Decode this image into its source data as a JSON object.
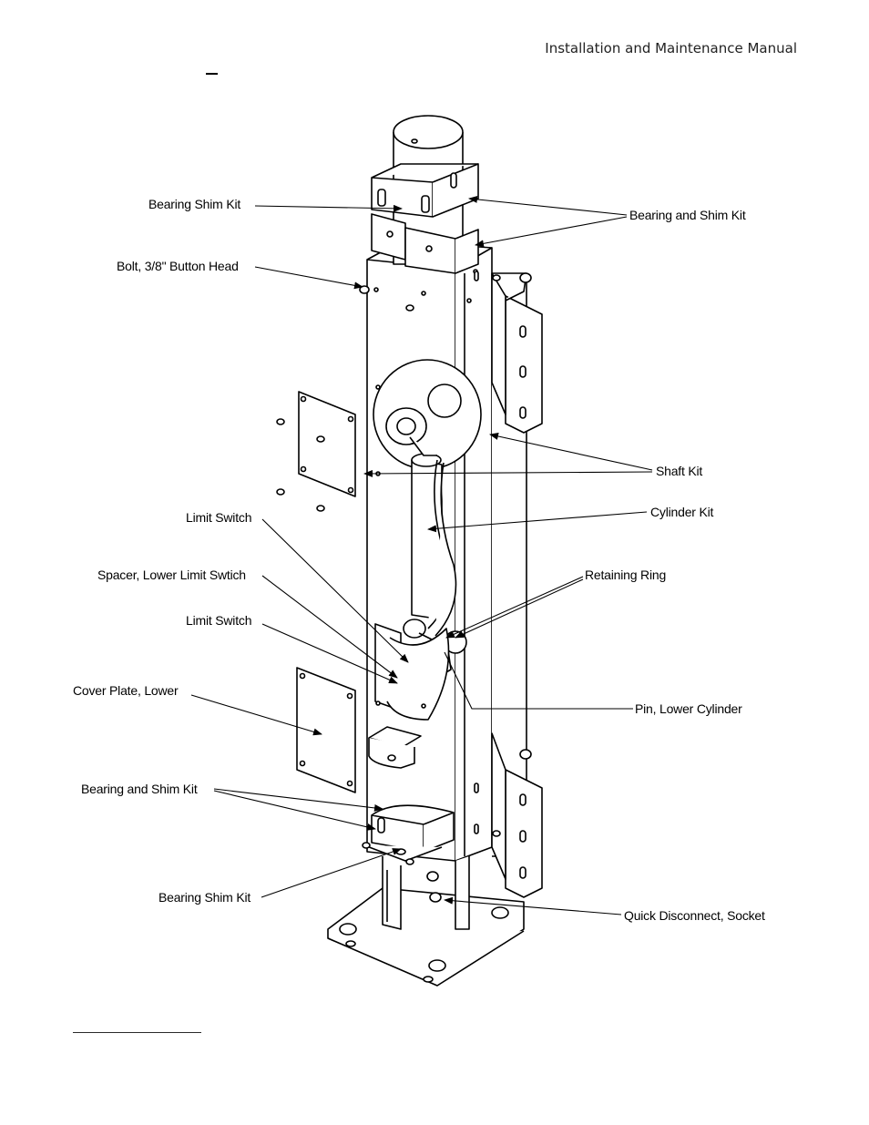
{
  "header": {
    "title": "Installation and Maintenance Manual"
  },
  "labels": {
    "bearing_shim_kit_top": "Bearing Shim Kit",
    "bearing_and_shim_kit_top": "Bearing and Shim Kit",
    "bolt_button_head": "Bolt, 3/8\" Button Head",
    "shaft_kit": "Shaft Kit",
    "cylinder_kit": "Cylinder Kit",
    "limit_switch_upper": "Limit Switch",
    "spacer_lower_limit": "Spacer, Lower Limit Swtich",
    "retaining_ring": "Retaining Ring",
    "limit_switch_lower": "Limit Switch",
    "cover_plate_lower": "Cover Plate, Lower",
    "pin_lower_cylinder": "Pin, Lower Cylinder",
    "bearing_and_shim_kit_bottom": "Bearing and Shim Kit",
    "bearing_shim_kit_bottom": "Bearing Shim Kit",
    "quick_disconnect": "Quick Disconnect, Socket"
  }
}
